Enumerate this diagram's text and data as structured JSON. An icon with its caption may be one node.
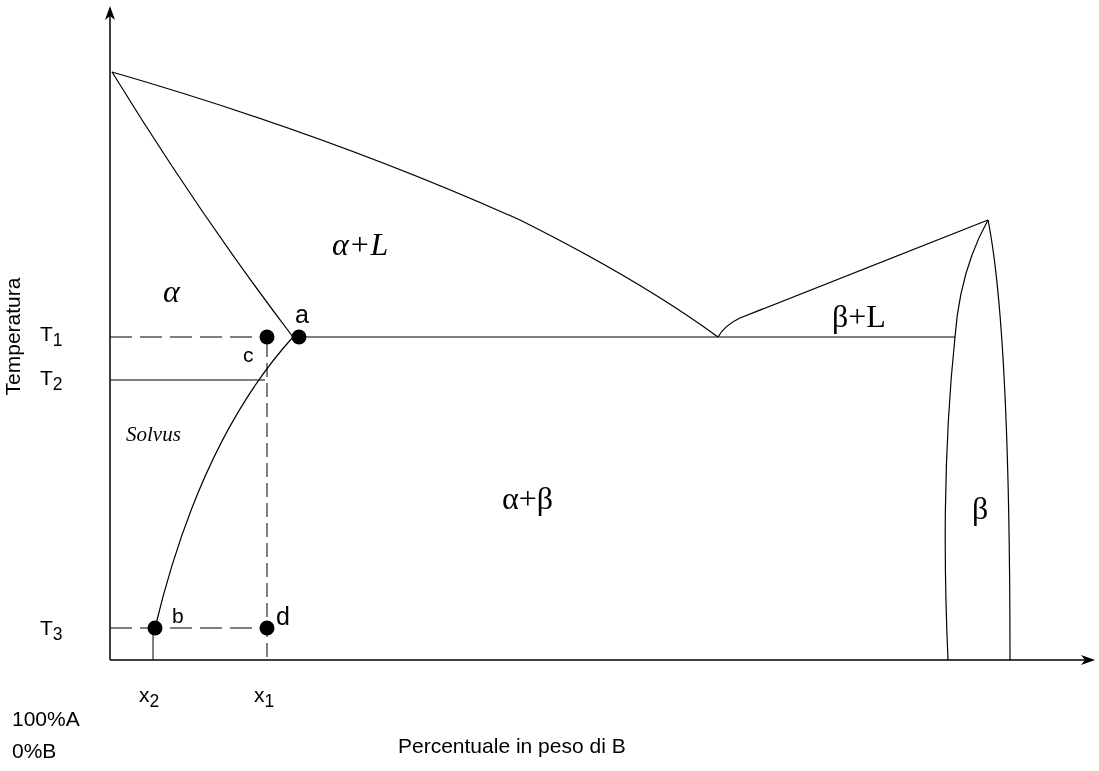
{
  "diagram": {
    "labels": [
      "α+L",
      "α",
      "a",
      "T$_{1}$",
      "β+L",
      "c",
      "T$_{2}$",
      "Temperatura",
      "Solvus",
      "α+β",
      "β",
      "b",
      "d",
      "T$_{3}$",
      "x$_{2}$",
      "x$_{1}$",
      "100%A",
      "0%B",
      "Percentuale in peso di B"
    ]
  }
}
